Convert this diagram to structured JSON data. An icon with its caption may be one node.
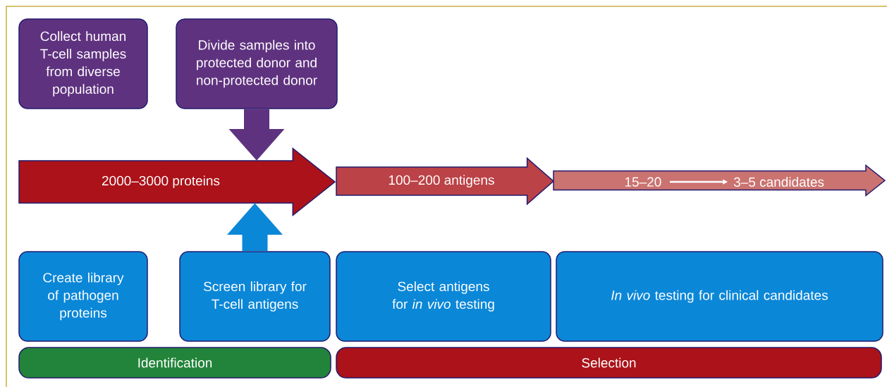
{
  "diagram": {
    "nodes": [
      {
        "text": [
          "Collect human T-cell samples from diverse population"
        ]
      },
      {
        "text": [
          "Divide samples into protected donor and non-protected donor"
        ]
      },
      {
        "text": [
          "2000–3000 proteins"
        ]
      },
      {
        "text": [
          "100–200 antigens"
        ]
      },
      {
        "text": [
          "15–20",
          "3–5 candidates"
        ]
      },
      {
        "text": [
          "Create library of pathogen proteins"
        ]
      },
      {
        "text": [
          "Screen library for T-cell antigens"
        ]
      },
      {
        "text": [
          "Select antigens for *in vivo* testing"
        ]
      },
      {
        "text": [
          "*In vivo* testing for clinical candidates"
        ]
      },
      {
        "text": [
          "Identification"
        ]
      },
      {
        "text": [
          "Selection"
        ]
      }
    ],
    "edges": [
      {
        "from": 1,
        "to": 2,
        "arrow": "to",
        "color": "#5f327f"
      },
      {
        "from": 6,
        "to": 2,
        "arrow": "to",
        "color": "#0b87d8"
      }
    ]
  }
}
